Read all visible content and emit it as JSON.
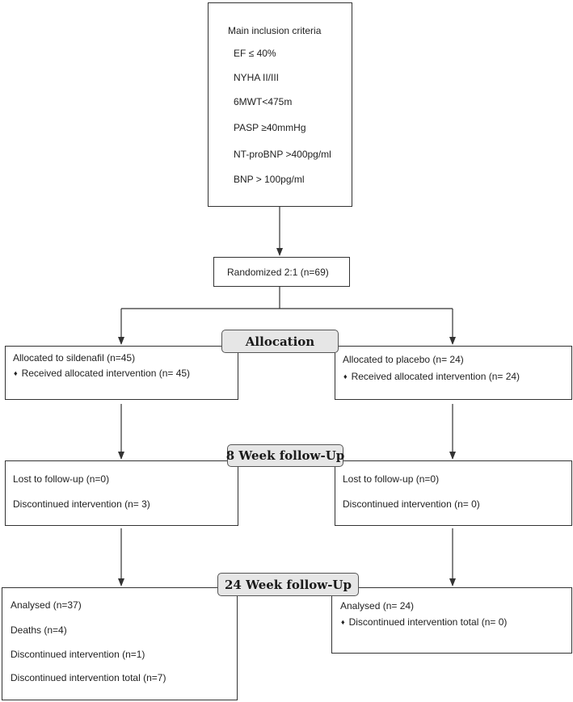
{
  "inclusion": {
    "title": "Main inclusion criteria",
    "criteria": [
      "EF ≤ 40%",
      "NYHA II/III",
      "6MWT<475m",
      "PASP ≥40mmHg",
      "NT-proBNP >400pg/ml",
      "BNP > 100pg/ml"
    ]
  },
  "randomized": "Randomized 2:1 (n=69)",
  "stages": {
    "allocation": "Allocation",
    "week8": "8 Week follow-Up",
    "week24": "24 Week follow-Up"
  },
  "sildenafil": {
    "allocation": {
      "line1": "Allocated to sildenafil (n=45)",
      "line2": "Received allocated intervention (n= 45)"
    },
    "week8": {
      "line1": "Lost to follow-up (n=0)",
      "line2": "Discontinued intervention (n= 3)"
    },
    "week24": {
      "line1": "Analysed  (n=37)",
      "line2": "Deaths (n=4)",
      "line3": "Discontinued intervention (n=1)",
      "line4": "Discontinued intervention total (n=7)"
    }
  },
  "placebo": {
    "allocation": {
      "line1": "Allocated to placebo (n= 24)",
      "line2": "Received allocated intervention (n= 24)"
    },
    "week8": {
      "line1": "Lost to follow-up (n=0)",
      "line2": "Discontinued intervention (n= 0)"
    },
    "week24": {
      "line1": "Analysed  (n= 24)",
      "line2": "Discontinued intervention total (n= 0)"
    }
  }
}
